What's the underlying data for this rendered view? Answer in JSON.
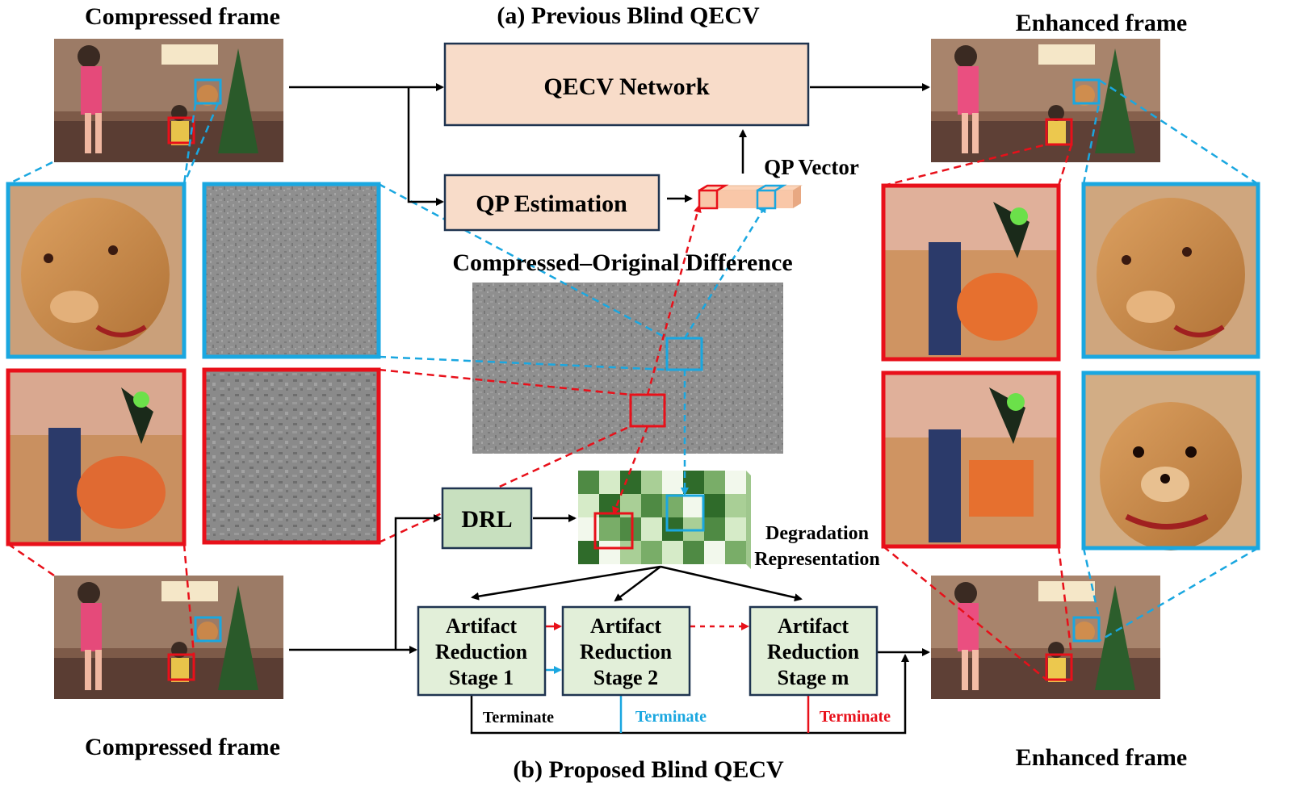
{
  "labels": {
    "compressed_frame_top": "Compressed frame",
    "compressed_frame_bottom": "Compressed frame",
    "enhanced_frame_top": "Enhanced frame",
    "enhanced_frame_bottom": "Enhanced frame",
    "previous_title": "(a) Previous Blind QECV",
    "proposed_title": "(b) Proposed Blind QECV",
    "difference_title": "Compressed–Original Difference",
    "qp_vector": "QP Vector",
    "degradation_line1": "Degradation",
    "degradation_line2": "Representation"
  },
  "blocks": {
    "qecv_network": "QECV Network",
    "qp_estimation": "QP Estimation",
    "drl": "DRL",
    "stages": [
      {
        "line1": "Artifact",
        "line2": "Reduction",
        "line3": "Stage 1"
      },
      {
        "line1": "Artifact",
        "line2": "Reduction",
        "line3": "Stage 2"
      },
      {
        "line1": "Artifact",
        "line2": "Reduction",
        "line3": "Stage m"
      }
    ]
  },
  "terminate": [
    "Terminate",
    "Terminate",
    "Terminate"
  ],
  "colors": {
    "blue": "#1aa7e0",
    "red": "#e8101a",
    "peach_fill": "#f8dcc9",
    "green_fill": "#e2efd9",
    "dark_navy": "#1f3450",
    "drl_fill": "#c8e0bf"
  }
}
